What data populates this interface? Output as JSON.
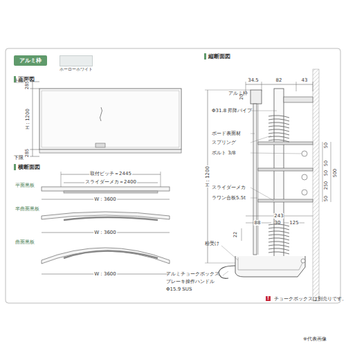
{
  "diagram": {
    "nodes": [
      {
        "text": [
          "アルミ枠"
        ]
      }
    ],
    "labels": [
      "正面図",
      "横断面図",
      "縦断面図",
      "上限",
      "285",
      "H : 1200",
      "285",
      "下限",
      "取付ピッチ＝2445",
      "スライダーメカ＝2400",
      "平面黒板",
      "W : 3600",
      "半曲面黒板",
      "W : 3600",
      "曲面黒板",
      "W : 3600",
      "34.5",
      "82",
      "43",
      "アルミ枠",
      "20",
      "Φ31.8 昇降パイプ",
      "ボード表面材",
      "スプリング",
      "ボルト 3/8",
      "H : 1200",
      "50",
      "50",
      "500",
      "50",
      "250",
      "50",
      "スライダーメカ",
      "ラワン合板5.5t",
      "243",
      "88",
      "30",
      "125",
      "22",
      "粉受け",
      "アルミチョークボックス",
      "ブレーキ操作ハンドル",
      "Φ15.9 SUS",
      "!",
      "チョークボックスは別売りです。",
      "※代表画像"
    ],
    "legend": [
      {
        "text": "ホーローホワイト",
        "color": "#e9eded"
      }
    ]
  }
}
